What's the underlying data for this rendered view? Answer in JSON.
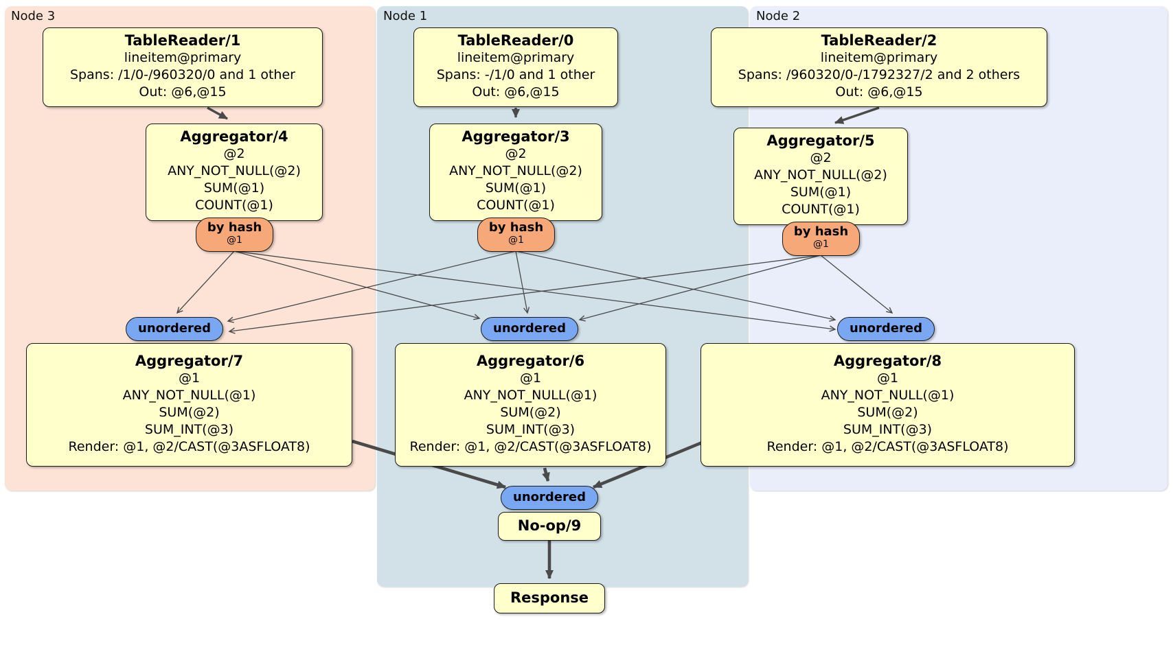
{
  "panels": {
    "node3": {
      "label": "Node 3"
    },
    "node1": {
      "label": "Node 1"
    },
    "node2": {
      "label": "Node 2"
    }
  },
  "processors": {
    "tr1": {
      "title": "TableReader/1",
      "lines": [
        "lineitem@primary",
        "Spans: /1/0-/960320/0 and 1 other",
        "Out: @6,@15"
      ]
    },
    "tr0": {
      "title": "TableReader/0",
      "lines": [
        "lineitem@primary",
        "Spans: -/1/0 and 1 other",
        "Out: @6,@15"
      ]
    },
    "tr2": {
      "title": "TableReader/2",
      "lines": [
        "lineitem@primary",
        "Spans: /960320/0-/1792327/2 and 2 others",
        "Out: @6,@15"
      ]
    },
    "agg4": {
      "title": "Aggregator/4",
      "lines": [
        "@2",
        "ANY_NOT_NULL(@2)",
        "SUM(@1)",
        "COUNT(@1)"
      ]
    },
    "agg3": {
      "title": "Aggregator/3",
      "lines": [
        "@2",
        "ANY_NOT_NULL(@2)",
        "SUM(@1)",
        "COUNT(@1)"
      ]
    },
    "agg5": {
      "title": "Aggregator/5",
      "lines": [
        "@2",
        "ANY_NOT_NULL(@2)",
        "SUM(@1)",
        "COUNT(@1)"
      ]
    },
    "agg7": {
      "title": "Aggregator/7",
      "lines": [
        "@1",
        "ANY_NOT_NULL(@1)",
        "SUM(@2)",
        "SUM_INT(@3)",
        "Render: @1, @2/CAST(@3ASFLOAT8)"
      ]
    },
    "agg6": {
      "title": "Aggregator/6",
      "lines": [
        "@1",
        "ANY_NOT_NULL(@1)",
        "SUM(@2)",
        "SUM_INT(@3)",
        "Render: @1, @2/CAST(@3ASFLOAT8)"
      ]
    },
    "agg8": {
      "title": "Aggregator/8",
      "lines": [
        "@1",
        "ANY_NOT_NULL(@1)",
        "SUM(@2)",
        "SUM_INT(@3)",
        "Render: @1, @2/CAST(@3ASFLOAT8)"
      ]
    },
    "noop": {
      "title": "No-op/9"
    },
    "response": {
      "title": "Response"
    }
  },
  "routers": {
    "r4": {
      "label": "by hash",
      "detail": "@1"
    },
    "r3": {
      "label": "by hash",
      "detail": "@1"
    },
    "r5": {
      "label": "by hash",
      "detail": "@1"
    }
  },
  "syncs": {
    "s7": {
      "label": "unordered"
    },
    "s6": {
      "label": "unordered"
    },
    "s8": {
      "label": "unordered"
    },
    "s9": {
      "label": "unordered"
    }
  },
  "colors": {
    "node3_bg": "#fde3d6",
    "node1_bg": "#d2e0e8",
    "node2_bg": "#e9eefa",
    "box_bg": "#ffffcc",
    "router_bg": "#f6a878",
    "sync_bg": "#7aa7f2",
    "edge": "#4a4a4a"
  }
}
